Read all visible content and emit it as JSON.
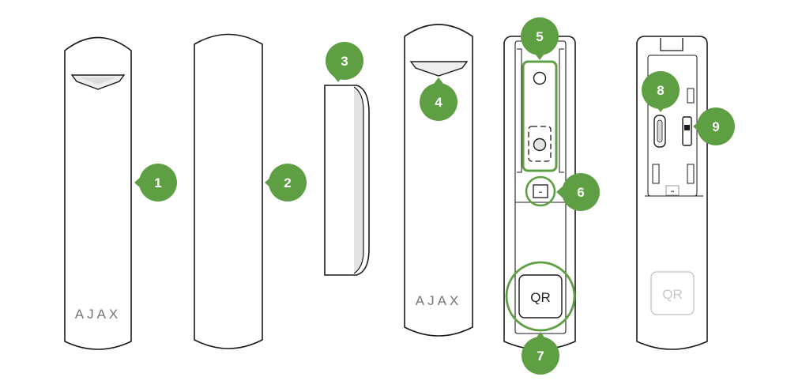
{
  "diagram": {
    "brand_logo": "AJAX",
    "qr_label": "QR",
    "callouts": [
      "1",
      "2",
      "3",
      "4",
      "5",
      "6",
      "7",
      "8",
      "9"
    ],
    "colors": {
      "accent_green": "#5e9f44",
      "outline": "#1a1a1a",
      "logo_gray": "#777777",
      "faded": "#c8c8c8"
    }
  }
}
